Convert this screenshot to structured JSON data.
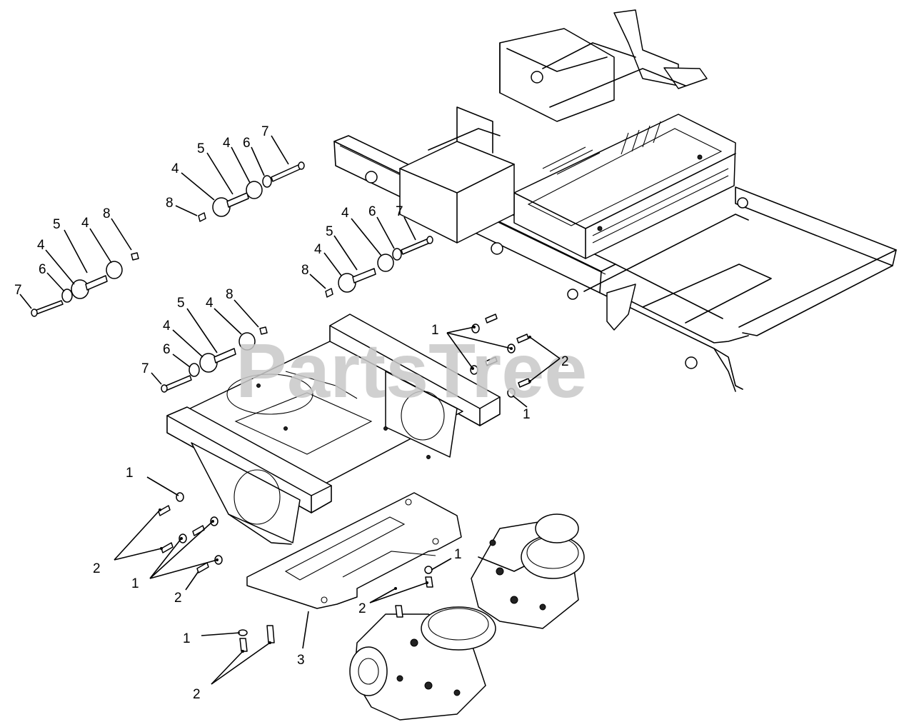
{
  "watermark": "PartsTree",
  "callouts": {
    "c1": "7",
    "c2": "6",
    "c3": "4",
    "c4": "5",
    "c5": "4",
    "c6": "8",
    "c7": "8",
    "c8": "4",
    "c9": "5",
    "c10": "4",
    "c11": "6",
    "c12": "7",
    "c13": "8",
    "c14": "4",
    "c15": "5",
    "c16": "4",
    "c17": "6",
    "c18": "7",
    "c19": "7",
    "c20": "6",
    "c21": "4",
    "c22": "5",
    "c23": "4",
    "c24": "8",
    "c25": "1",
    "c26": "2",
    "c27": "1",
    "c28": "1",
    "c29": "2",
    "c30": "1",
    "c31": "2",
    "c32": "1",
    "c33": "2",
    "c34": "3",
    "c35": "1",
    "c36": "2"
  }
}
